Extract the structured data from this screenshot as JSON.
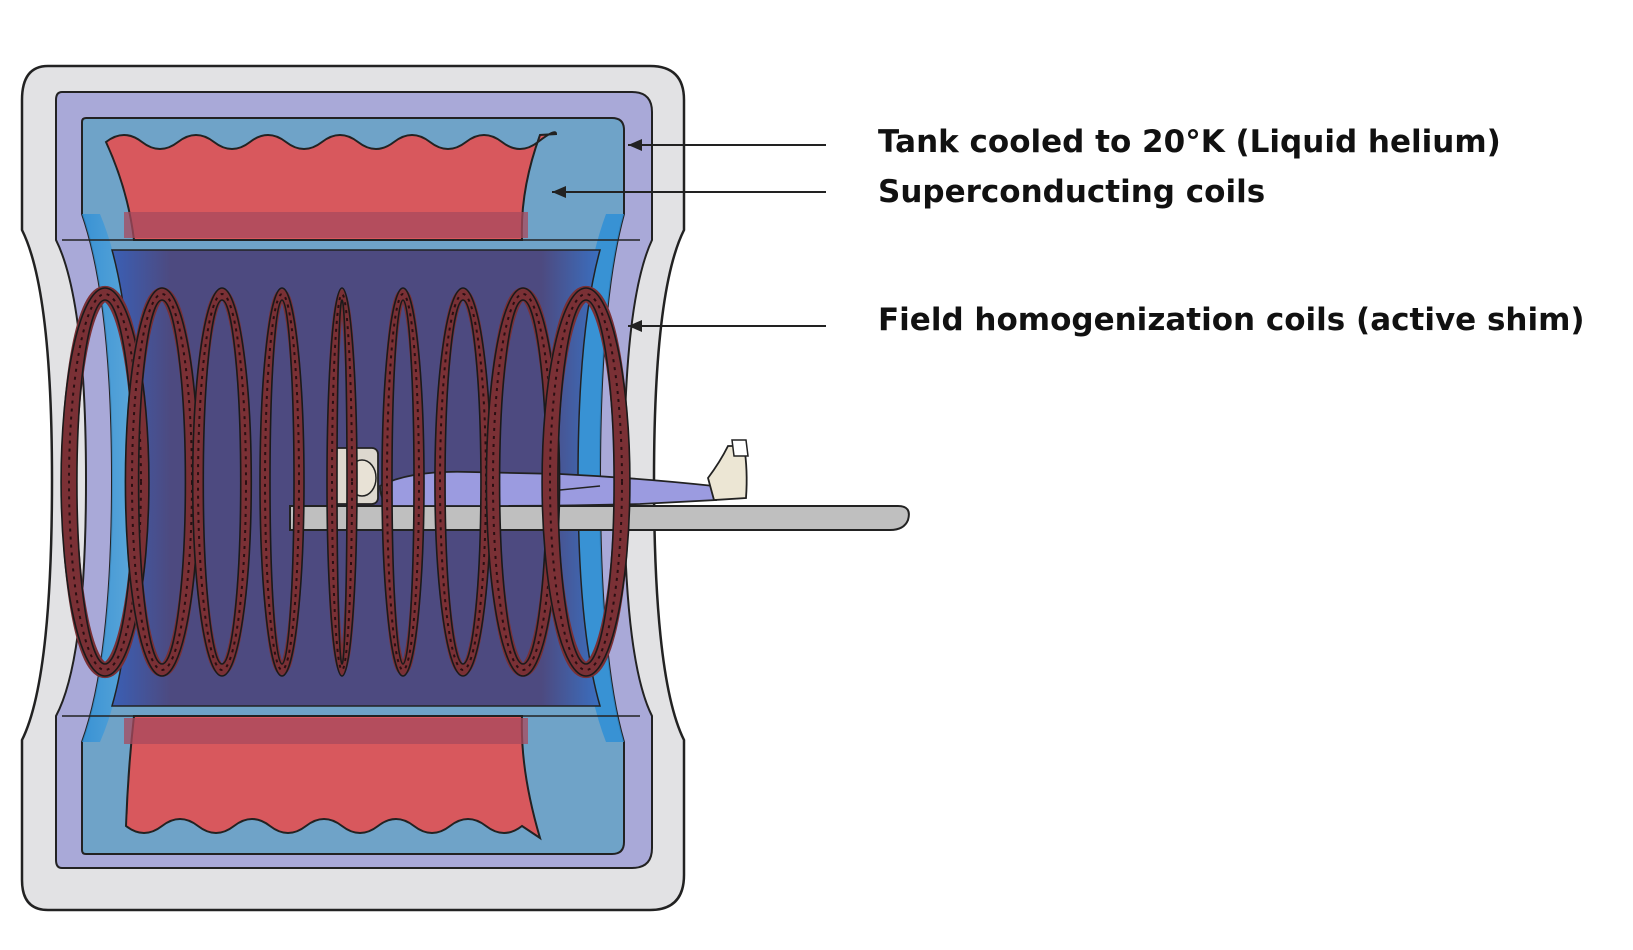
{
  "labels": {
    "tank": "Tank cooled to 20°K (Liquid helium)",
    "superconducting": "Superconducting coils",
    "shim": "Field homogenization coils (active shim)"
  },
  "colors": {
    "housing": "#e2e2e4",
    "vacuum_layer": "#a9a9d8",
    "helium_tank": "#6fa3c8",
    "superconducting_coil": "#d8585d",
    "bore": "#4f4a78",
    "shim_coil": "#7a3035",
    "table": "#bfbfbf",
    "patient": "#9b9be0"
  },
  "icons": {
    "patient": "patient-lying-icon"
  }
}
